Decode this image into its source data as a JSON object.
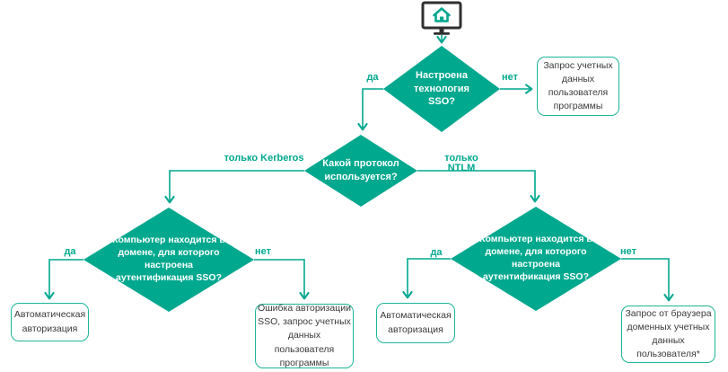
{
  "colors": {
    "accent": "#00a88e",
    "box_border": "#1db597",
    "text_dark": "#3a3a3a",
    "monitor_frame": "#2f2f2f",
    "background": "#ffffff"
  },
  "flowchart": {
    "start_icon": "monitor-with-home-icon",
    "decisions": {
      "sso": "Настроена\nтехнология\nSSO?",
      "protocol": "Какой протокол\nиспользуется?",
      "domain_kerberos": "Компьютер находится в\nдомене, для которого\nнастроена\nаутентификация SSO?",
      "domain_ntlm": "Компьютер находится в\nдомене, для которого\nнастроена\nаутентификация SSO?"
    },
    "results": {
      "app_credentials": "Запрос учетных\nданных\nпользователя\nпрограммы",
      "auto_auth_kerberos": "Автоматическая\nавторизация",
      "sso_error": "Ошибка авторизации\nSSO, запрос учетных\nданных пользователя\nпрограммы",
      "auto_auth_ntlm": "Автоматическая\nавторизация",
      "browser_credentials": "Запрос от браузера\nдоменных учетных\nданных\nпользователя*"
    },
    "edge_labels": {
      "yes_sso": "да",
      "no_sso": "нет",
      "kerberos": "только Kerberos",
      "ntlm": "только NTLM",
      "yes_kerberos": "да",
      "no_kerberos": "нет",
      "yes_ntlm": "да",
      "no_ntlm": "нет"
    }
  }
}
